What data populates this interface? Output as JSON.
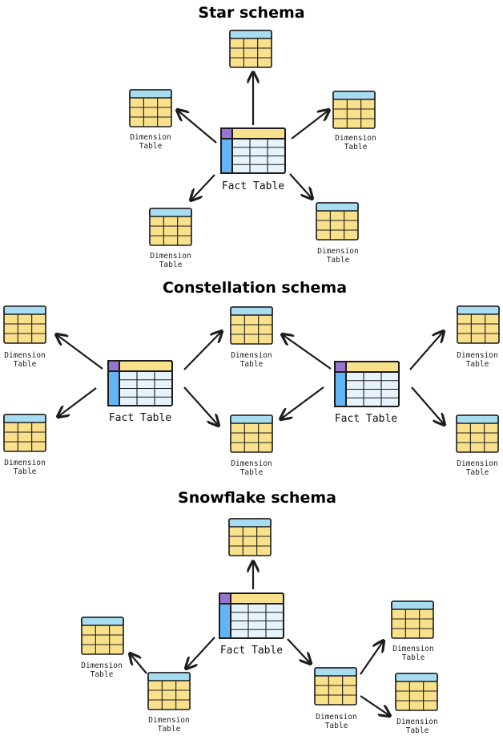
{
  "colors": {
    "dim_header": "#a8dcf0",
    "dim_body": "#f9e08b",
    "fact_top": "#f9e08b",
    "fact_side": "#64b5f6",
    "fact_corner": "#9575cd",
    "fact_cells": "#e6f3fb",
    "stroke": "#1c1c1c"
  },
  "sections": [
    {
      "id": "star",
      "title": "Star schema"
    },
    {
      "id": "constellation",
      "title": "Constellation schema"
    },
    {
      "id": "snowflake",
      "title": "Snowflake schema"
    }
  ],
  "labels": {
    "fact": "Fact Table",
    "dim_line1": "Dimension",
    "dim_line2": "Table"
  },
  "icons": {
    "fact": "fact-table-icon",
    "dimension": "dimension-table-icon",
    "arrow": "arrow-icon"
  }
}
